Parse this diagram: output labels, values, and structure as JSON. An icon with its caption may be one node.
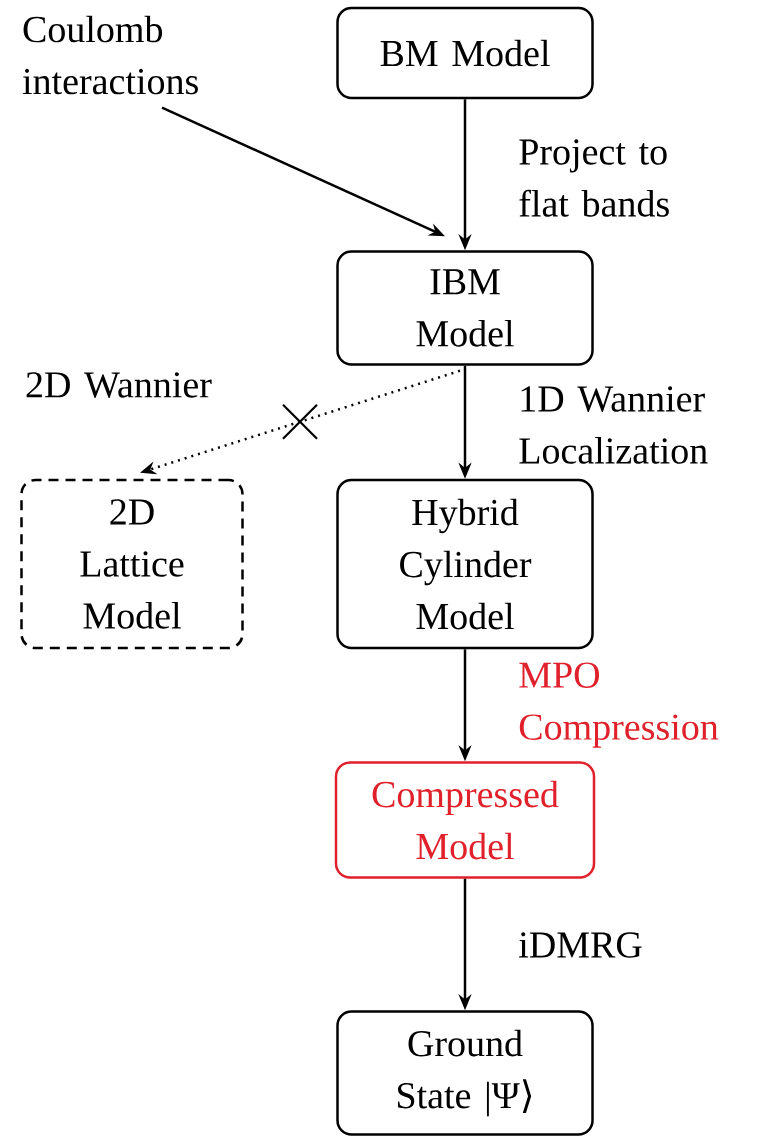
{
  "diagram": {
    "nodes": [
      {
        "text": [
          "Coulomb interactions"
        ]
      },
      {
        "text": [
          "BM Model"
        ]
      },
      {
        "text": [
          "IBM Model"
        ]
      },
      {
        "text": [
          "2D Lattice Model"
        ]
      },
      {
        "text": [
          "Hybrid Cylinder Model"
        ]
      },
      {
        "text": [
          "Compressed Model"
        ]
      },
      {
        "text": [
          "Ground State |Ψ⟩"
        ]
      }
    ],
    "edges": [
      {
        "from": 0,
        "to": 2,
        "arrow": "to"
      },
      {
        "from": 1,
        "to": 2,
        "arrow": "to",
        "label": "Project to flat bands"
      },
      {
        "from": 2,
        "to": 3,
        "arrow": "to",
        "label": "2D Wannier",
        "style": "dashed"
      },
      {
        "from": 2,
        "to": 4,
        "arrow": "to",
        "label": "1D Wannier Localization"
      },
      {
        "from": 4,
        "to": 5,
        "arrow": "to",
        "label": "MPO Compression"
      },
      {
        "from": 5,
        "to": 6,
        "arrow": "to",
        "label": "iDMRG"
      }
    ]
  }
}
